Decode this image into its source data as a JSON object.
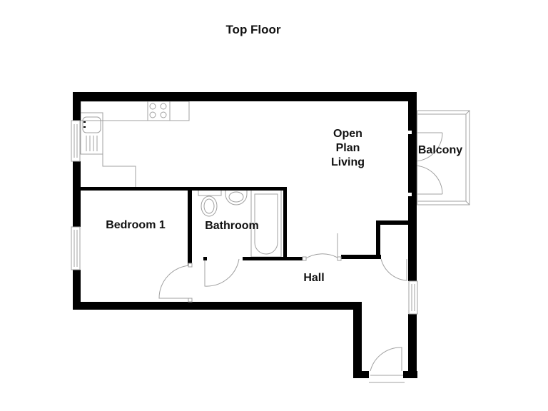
{
  "title": "Top Floor",
  "colors": {
    "wall": "#000000",
    "fixture_line": "#a0a0a0",
    "background": "#ffffff",
    "text": "#111111"
  },
  "rooms": {
    "open_plan": {
      "line1": "Open",
      "line2": "Plan",
      "line3": "Living"
    },
    "balcony": "Balcony",
    "bedroom": "Bedroom 1",
    "bathroom": "Bathroom",
    "hall": "Hall"
  },
  "fixtures": [
    "hob",
    "kitchen-sink",
    "worktop",
    "toilet",
    "basin",
    "bath",
    "windows",
    "doors",
    "french-doors"
  ]
}
